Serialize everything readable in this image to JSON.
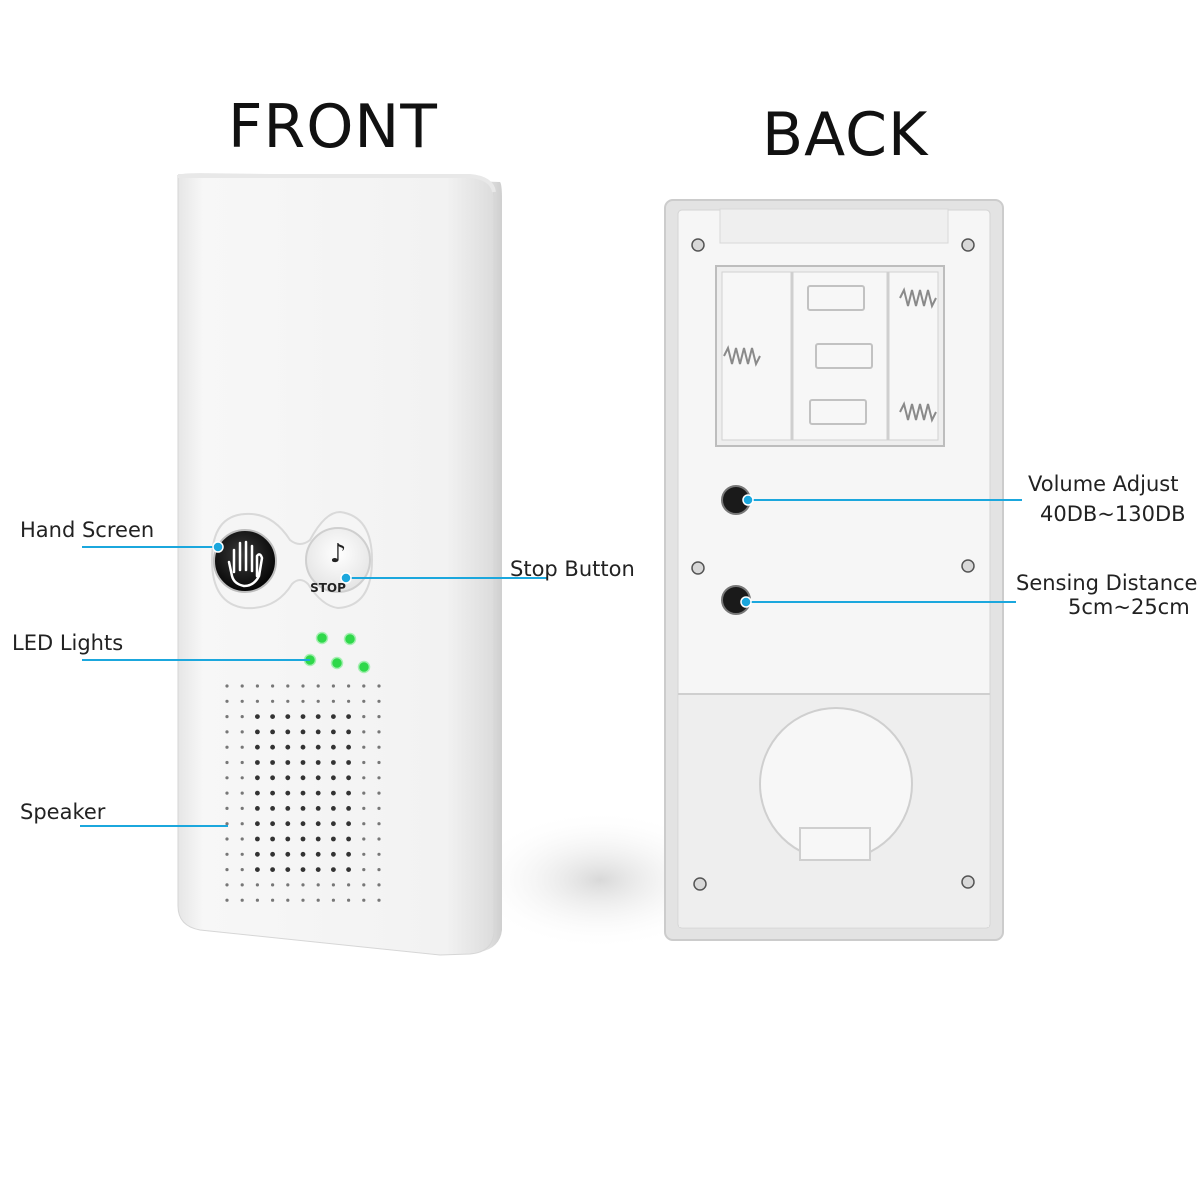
{
  "titles": {
    "front": "FRONT",
    "back": "BACK"
  },
  "front_labels": {
    "hand_screen": "Hand Screen",
    "stop_button": "Stop Button",
    "led_lights": "LED Lights",
    "speaker": "Speaker"
  },
  "back_labels": {
    "volume_adjust": "Volume Adjust",
    "volume_range": "40DB~130DB",
    "sensing_distance": "Sensing Distance",
    "sensing_range": "5cm~25cm"
  },
  "button_text": {
    "stop": "STOP",
    "note_icon": "note-icon"
  },
  "colors": {
    "callout_line": "#1ba7dd",
    "led_green": "#2fd84a",
    "device_white": "#f2f2f2"
  },
  "led_count": 5
}
